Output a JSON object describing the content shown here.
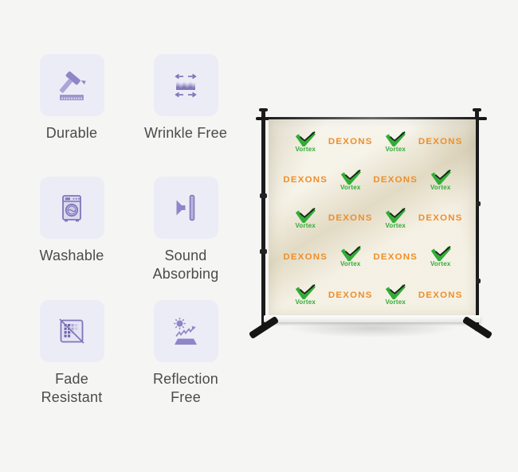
{
  "features": [
    {
      "label": "Durable",
      "icon": "hammer-icon"
    },
    {
      "label": "Wrinkle Free",
      "icon": "stretch-fabric-icon"
    },
    {
      "label": "Washable",
      "icon": "washing-machine-icon"
    },
    {
      "label": "Sound\nAbsorbing",
      "icon": "speaker-wall-icon"
    },
    {
      "label": "Fade\nResistant",
      "icon": "fade-grid-icon"
    },
    {
      "label": "Reflection\nFree",
      "icon": "sun-reflection-icon"
    }
  ],
  "banner": {
    "vortex": {
      "name": "Vortex",
      "color": "#31ad36"
    },
    "dexons": {
      "name": "DEXONS",
      "color": "#ef8e2a"
    },
    "pattern_rows": [
      [
        "vortex",
        "dexons",
        "vortex",
        "dexons"
      ],
      [
        "dexons",
        "vortex",
        "dexons",
        "vortex"
      ],
      [
        "vortex",
        "dexons",
        "vortex",
        "dexons"
      ],
      [
        "dexons",
        "vortex",
        "dexons",
        "vortex"
      ],
      [
        "vortex",
        "dexons",
        "vortex",
        "dexons"
      ]
    ]
  },
  "colors": {
    "accent_purple": "#7d76b8",
    "icon_fill": "#8d86c7",
    "icon_fill_light": "#aba6d9",
    "tile_bg": "#ececf6",
    "banner_fabric": "#efe9d6",
    "stand_black": "#1b1b1b",
    "page_bg": "#f5f5f4",
    "label_text": "#4b4b4b"
  }
}
